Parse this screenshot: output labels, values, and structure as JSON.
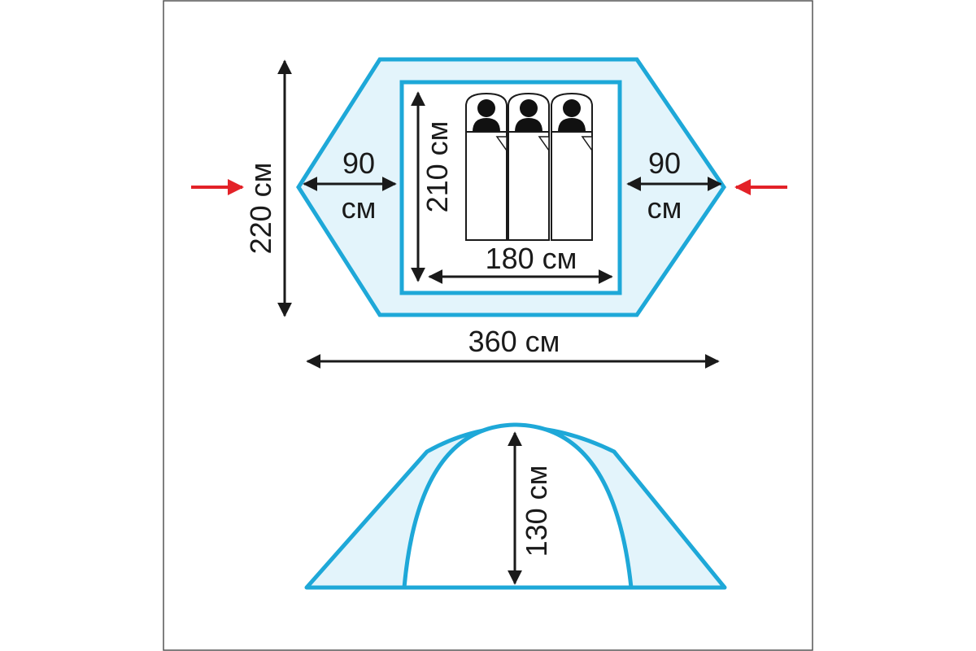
{
  "colors": {
    "outline": "#1ea8d8",
    "fill": "#e3f4fb",
    "arrow": "#1a1a1a",
    "entrance_arrow": "#e32228",
    "person": "#111111"
  },
  "plan_view": {
    "total_width": "360 см",
    "total_depth": "220 см",
    "inner_width": "180 см",
    "inner_depth": "210 см",
    "vestibule_left": {
      "value": "90",
      "unit": "см"
    },
    "vestibule_right": {
      "value": "90",
      "unit": "см"
    },
    "sleeping_places": 3,
    "entrance_icons": [
      "entrance-arrow-left",
      "entrance-arrow-right"
    ]
  },
  "side_view": {
    "height": "130 см"
  }
}
